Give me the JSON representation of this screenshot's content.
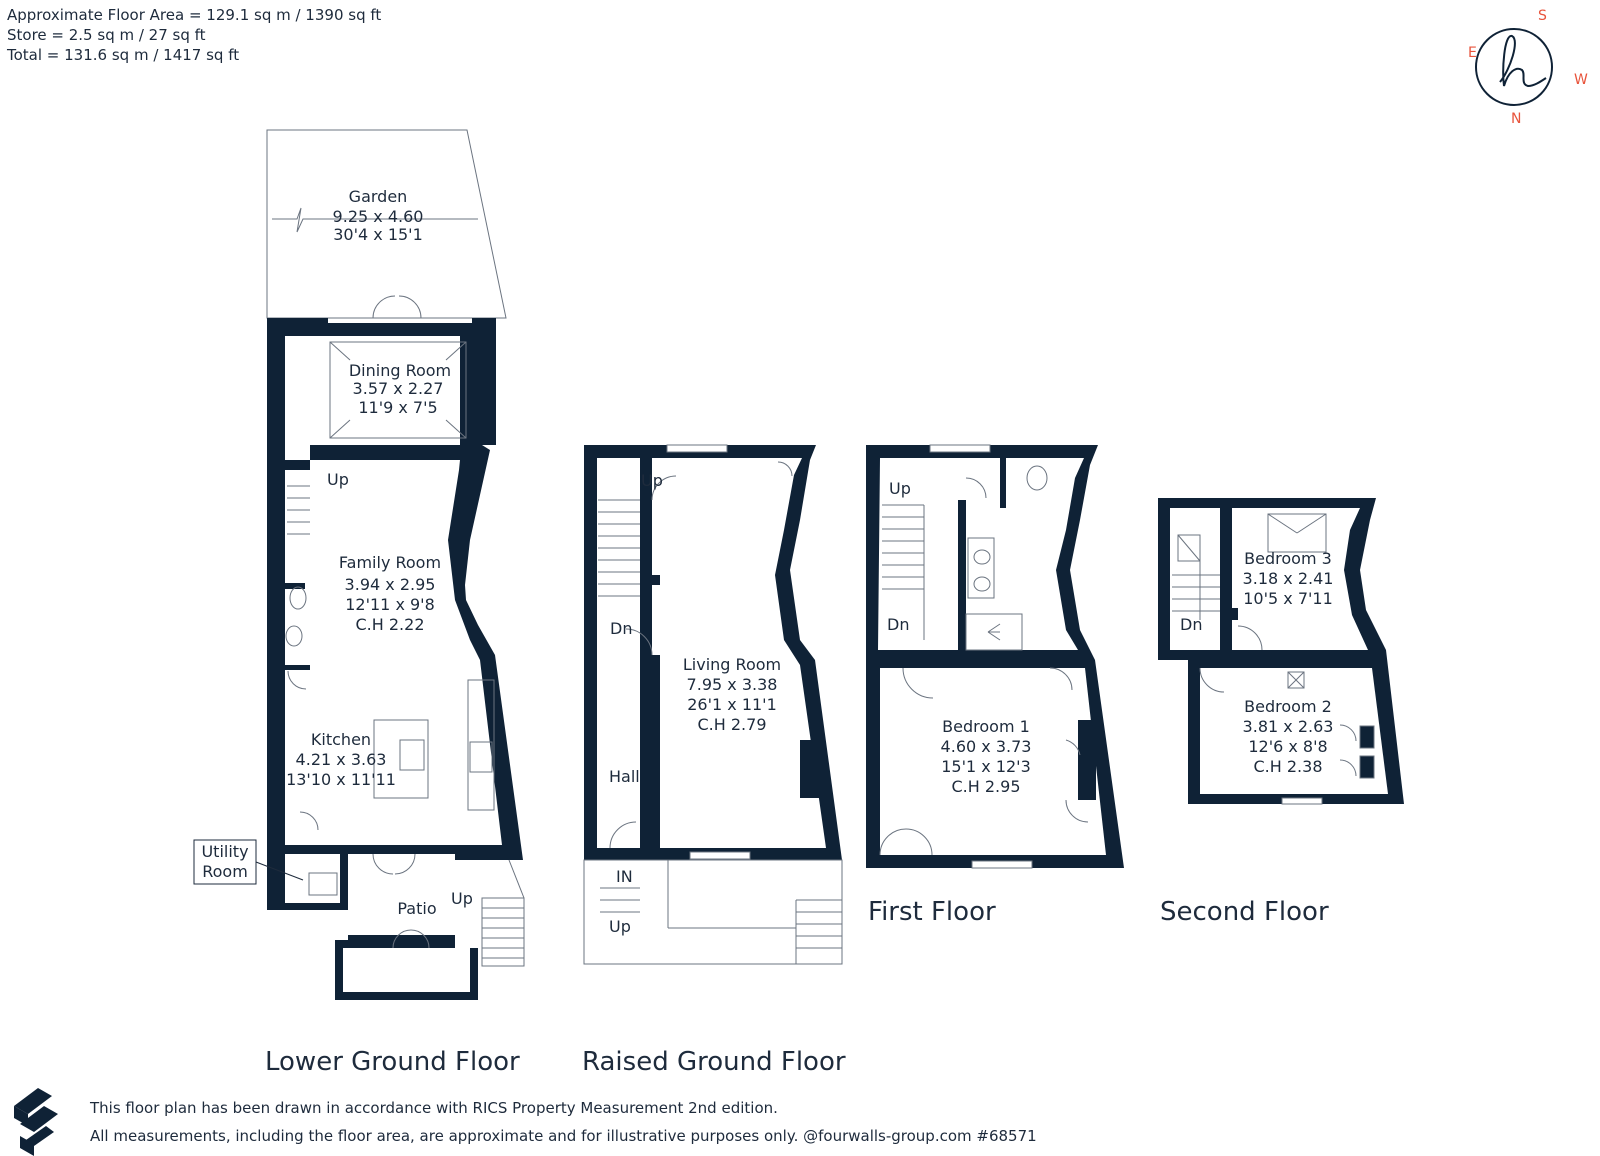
{
  "areas": {
    "floor_area": "Approximate Floor Area = 129.1 sq m / 1390 sq ft",
    "store": "Store = 2.5 sq m / 27 sq ft",
    "total": "Total = 131.6 sq m / 1417 sq ft"
  },
  "compass": {
    "s": "S",
    "e": "E",
    "w": "W",
    "n": "N",
    "logo": "h"
  },
  "lower_ground": {
    "title": "Lower Ground Floor",
    "garden": {
      "name": "Garden",
      "metric": "9.25 x 4.60",
      "imperial": "30'4 x 15'1"
    },
    "dining": {
      "name": "Dining Room",
      "metric": "3.57 x 2.27",
      "imperial": "11'9 x 7'5"
    },
    "family": {
      "name": "Family Room",
      "metric": "3.94 x 2.95",
      "imperial": "12'11 x 9'8",
      "ch": "C.H 2.22"
    },
    "kitchen": {
      "name": "Kitchen",
      "metric": "4.21 x 3.63",
      "imperial": "13'10 x 11'11"
    },
    "utility_1": "Utility",
    "utility_2": "Room",
    "patio": "Patio",
    "up_stairs": "Up",
    "up_patio": "Up"
  },
  "raised_ground": {
    "title": "Raised Ground Floor",
    "living": {
      "name": "Living Room",
      "metric": "7.95 x 3.38",
      "imperial": "26'1 x 11'1",
      "ch": "C.H 2.79"
    },
    "hall": "Hall",
    "up": "Up",
    "dn": "Dn",
    "in": "IN",
    "up_entry": "Up"
  },
  "first": {
    "title": "First Floor",
    "bed1": {
      "name": "Bedroom 1",
      "metric": "4.60 x 3.73",
      "imperial": "15'1 x 12'3",
      "ch": "C.H 2.95"
    },
    "up": "Up",
    "dn": "Dn"
  },
  "second": {
    "title": "Second Floor",
    "bed3": {
      "name": "Bedroom 3",
      "metric": "3.18 x 2.41",
      "imperial": "10'5 x 7'11"
    },
    "bed2": {
      "name": "Bedroom 2",
      "metric": "3.81 x 2.63",
      "imperial": "12'6 x 8'8",
      "ch": "C.H 2.38"
    },
    "dn": "Dn"
  },
  "footer": {
    "line1": "This floor plan has been drawn in accordance with RICS Property Measurement 2nd edition.",
    "line2": "All measurements, including the floor area, are approximate and for illustrative purposes only. @fourwalls-group.com #68571"
  },
  "colors": {
    "wall": "#0f2236",
    "text": "#1e2b3c",
    "accent": "#e8543c"
  }
}
